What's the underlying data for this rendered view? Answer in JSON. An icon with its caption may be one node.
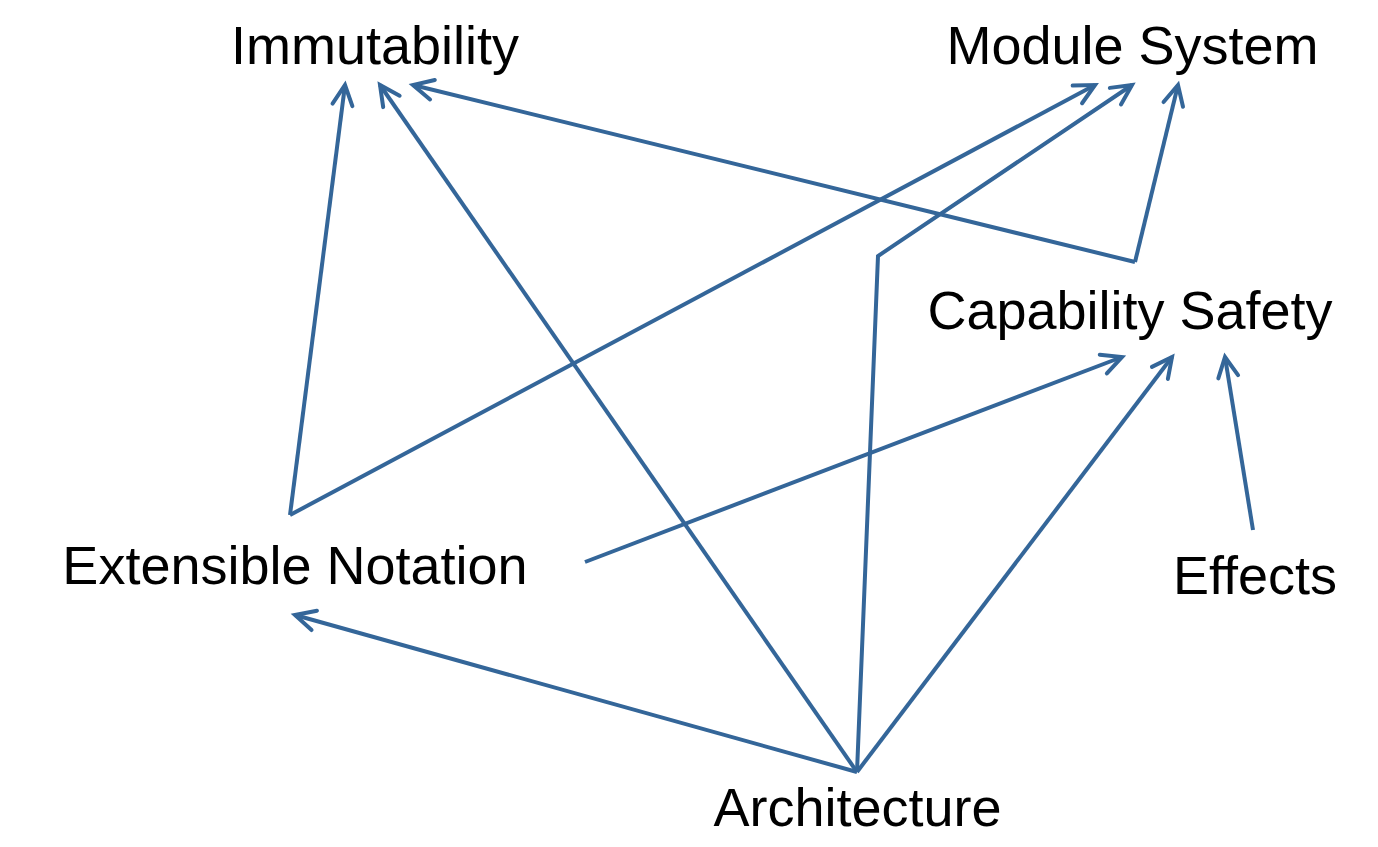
{
  "diagram": {
    "nodes": [
      {
        "text": [
          "Immutability"
        ]
      },
      {
        "text": [
          "Module System"
        ]
      },
      {
        "text": [
          "Capability Safety"
        ]
      },
      {
        "text": [
          "Extensible Notation"
        ]
      },
      {
        "text": [
          "Effects"
        ]
      },
      {
        "text": [
          "Architecture"
        ]
      }
    ],
    "edges": [
      {
        "from": 3,
        "to": 0,
        "arrow": "to"
      },
      {
        "from": 3,
        "to": 1,
        "arrow": "to"
      },
      {
        "from": 3,
        "to": 2,
        "arrow": "to"
      },
      {
        "from": 5,
        "to": 3,
        "arrow": "to"
      },
      {
        "from": 5,
        "to": 0,
        "arrow": "to"
      },
      {
        "from": 5,
        "to": 1,
        "arrow": "to"
      },
      {
        "from": 5,
        "to": 2,
        "arrow": "to"
      },
      {
        "from": 2,
        "to": 0,
        "arrow": "to"
      },
      {
        "from": 2,
        "to": 1,
        "arrow": "to"
      },
      {
        "from": 4,
        "to": 2,
        "arrow": "to"
      }
    ]
  }
}
